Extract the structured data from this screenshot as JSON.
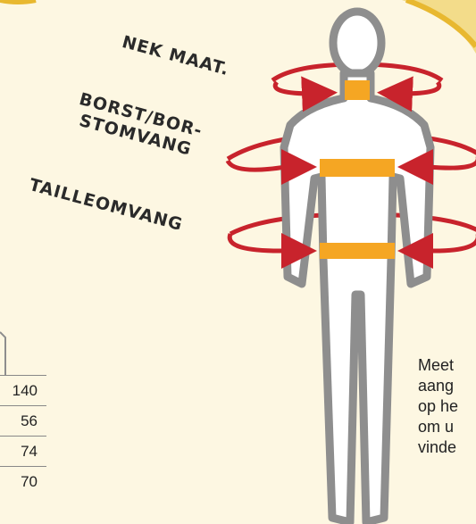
{
  "labels": {
    "neck": "NEK MAAT.",
    "bust_line1": "BORST/BOR-",
    "bust_line2": "STOMVANG",
    "waist": "TAILLEOMVANG"
  },
  "size_table": {
    "values": [
      "140",
      "56",
      "74",
      "70"
    ]
  },
  "note": {
    "lines": [
      "Meet",
      "aang",
      "op he",
      "om u",
      "vinde"
    ]
  },
  "colors": {
    "background": "#fdf7e2",
    "outline": "#8e8e8e",
    "measure_band": "#f5a623",
    "arrow": "#c8232c",
    "border_accent": "#e8b830"
  }
}
